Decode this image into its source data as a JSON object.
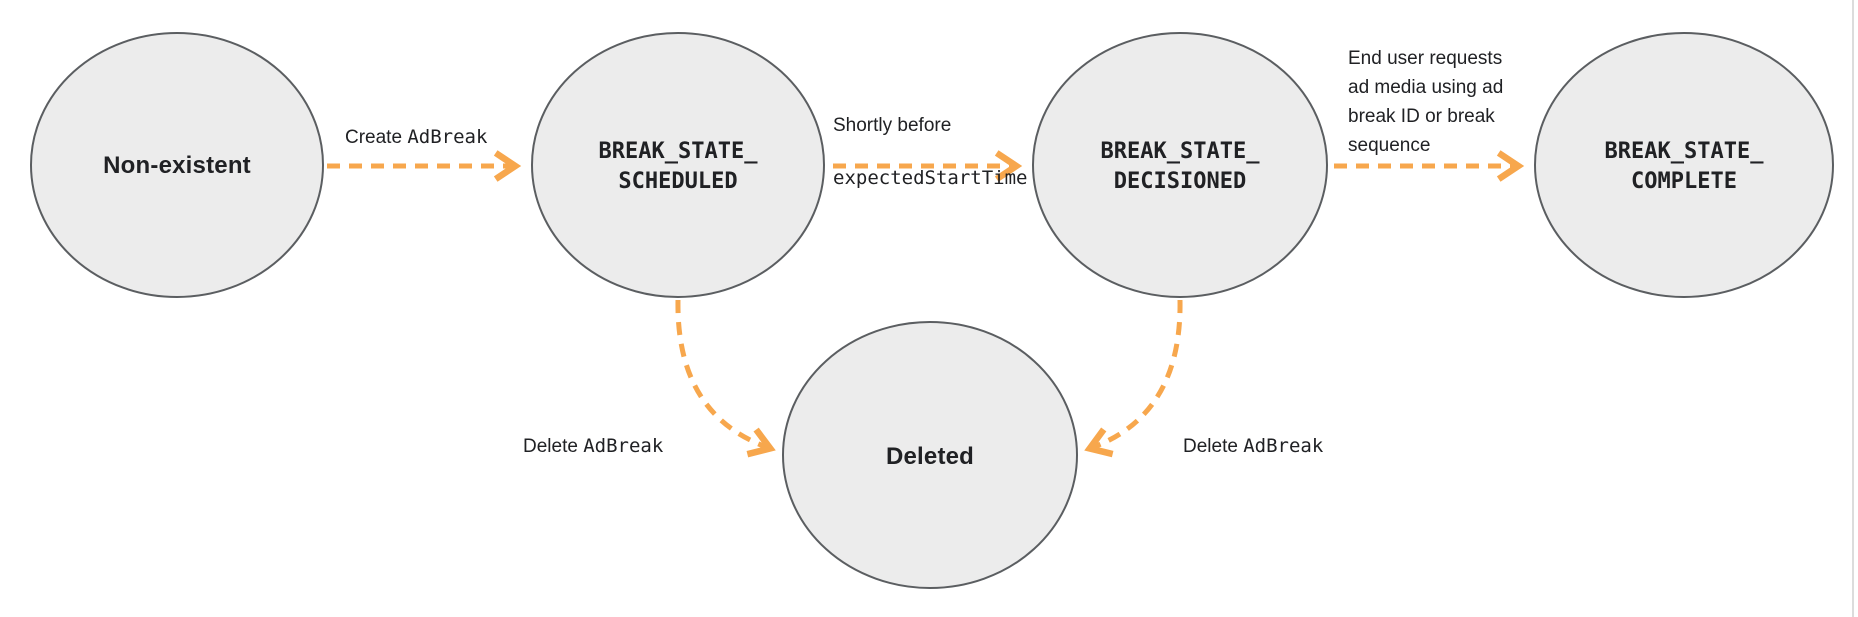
{
  "colors": {
    "node_fill": "#ececec",
    "node_border": "#5b5e61",
    "arrow_orange": "#f7a74d",
    "text": "#202124",
    "right_border_line": "#dcdcdc"
  },
  "nodes": [
    {
      "id": "non-existent",
      "label": "Non-existent",
      "style": "plain"
    },
    {
      "id": "break-state-scheduled",
      "label": "BREAK_STATE_\nSCHEDULED",
      "style": "code"
    },
    {
      "id": "break-state-decisioned",
      "label": "BREAK_STATE_\nDECISIONED",
      "style": "code"
    },
    {
      "id": "break-state-complete",
      "label": "BREAK_STATE_\nCOMPLETE",
      "style": "code"
    },
    {
      "id": "deleted",
      "label": "Deleted",
      "style": "plain"
    }
  ],
  "edges": [
    {
      "from": "non-existent",
      "to": "break-state-scheduled",
      "label_prefix": "Create ",
      "label_code": "AdBreak"
    },
    {
      "from": "break-state-scheduled",
      "to": "break-state-decisioned",
      "label_text": "Shortly before",
      "label_code": "expectedStartTime"
    },
    {
      "from": "break-state-decisioned",
      "to": "break-state-complete",
      "label_text": "End user requests\nad media using ad\nbreak ID or break\nsequence"
    },
    {
      "from": "break-state-scheduled",
      "to": "deleted",
      "label_prefix": "Delete ",
      "label_code": "AdBreak"
    },
    {
      "from": "break-state-decisioned",
      "to": "deleted",
      "label_prefix": "Delete ",
      "label_code": "AdBreak"
    }
  ]
}
